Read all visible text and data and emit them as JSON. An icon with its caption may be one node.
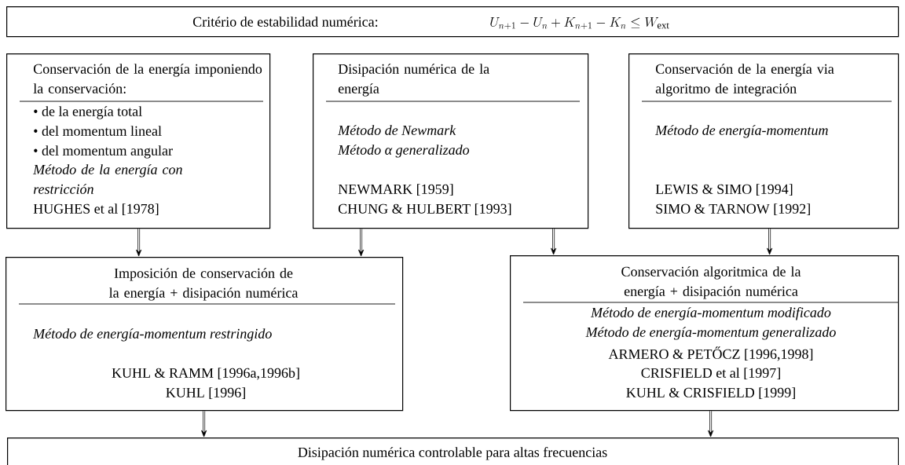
{
  "diagram": {
    "nodes": [
      {
        "text": [
          "Critério de estabilidad numérica:",
          "U_{n+1} - U_n + K_{n+1} - K_n \\leq W_{\\mathrm{ext}}"
        ]
      },
      {
        "text": [
          "Conservación de la energía imponiendo la conservación:",
          "• de la energía total",
          "• del momentum lineal",
          "• del momentum angular",
          "Método de la energía con restricción",
          "HUGHES et al [1978]"
        ]
      },
      {
        "text": [
          "Disipación numérica de la energía",
          "Método de Newmark",
          "Método α generalizado",
          "NEWMARK [1959]",
          "CHUNG & HULBERT [1993]"
        ]
      },
      {
        "text": [
          "Conservación de la energía via algoritmo de integración",
          "Método de energía-momentum",
          "LEWIS & SIMO [1994]",
          "SIMO & TARNOW [1992]"
        ]
      },
      {
        "text": [
          "Imposición de conservación de la energía + disipación numérica",
          "Método de energía-momentum restringido",
          "KUHL & RAMM [1996a,1996b]",
          "KUHL [1996]"
        ]
      },
      {
        "text": [
          "Conservación algoritmica de la energía + disipación numérica",
          "Método de energía-momentum modificado",
          "Método de energía-momentum generalizado",
          "ARMERO & PETŐCZ [1996,1998]",
          "CRISFIELD et al [1997]",
          "KUHL & CRISFIELD [1999]"
        ]
      },
      {
        "text": [
          "Disipación numérica controlable para altas frecuencias"
        ]
      }
    ],
    "edges": [
      {
        "from": 1,
        "to": 4,
        "arrow": "to"
      },
      {
        "from": 2,
        "to": 4,
        "arrow": "to"
      },
      {
        "from": 2,
        "to": 5,
        "arrow": "to"
      },
      {
        "from": 3,
        "to": 5,
        "arrow": "to"
      },
      {
        "from": 4,
        "to": 6,
        "arrow": "to"
      },
      {
        "from": 5,
        "to": 6,
        "arrow": "to"
      }
    ]
  }
}
